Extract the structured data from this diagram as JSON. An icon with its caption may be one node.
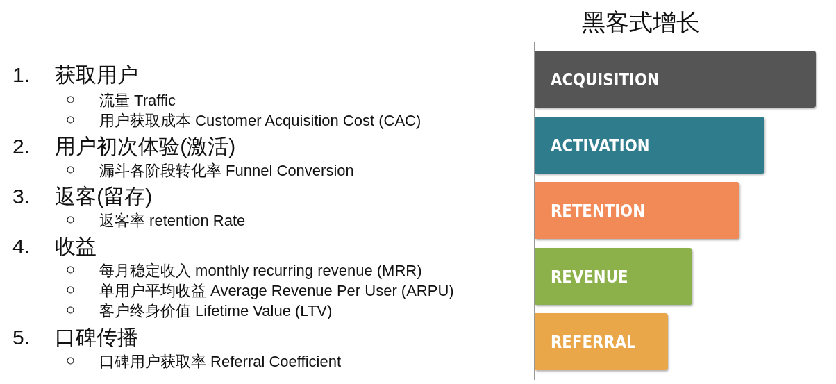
{
  "diagram": {
    "title": "黑客式增长",
    "nodes": [
      {
        "text": [
          "ACQUISITION"
        ]
      },
      {
        "text": [
          "ACTIVATION"
        ]
      },
      {
        "text": [
          "RETENTION"
        ]
      },
      {
        "text": [
          "REVENUE"
        ]
      },
      {
        "text": [
          "REFERRAL"
        ]
      }
    ],
    "labels": [
      "1. 获取用户",
      "流量 Traffic",
      "用户获取成本 Customer Acquisition Cost (CAC)",
      "2. 用户初次体验(激活)",
      "漏斗各阶段转化率 Funnel Conversion",
      "3. 返客(留存)",
      "返客率 retention Rate",
      "4. 收益",
      "每月稳定收入 monthly recurring revenue (MRR)",
      "单用户平均收益 Average Revenue Per User (ARPU)",
      "客户终身价值 Lifetime Value (LTV)",
      "5. 口碑传播",
      "口碑用户获取率 Referral Coefficient"
    ]
  }
}
